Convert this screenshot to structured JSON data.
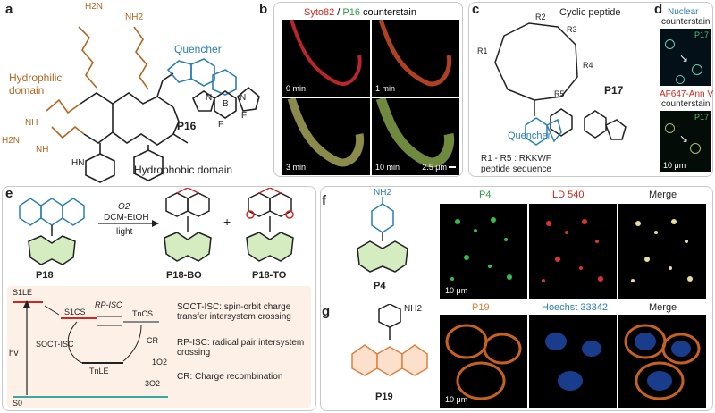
{
  "panels": {
    "a": {
      "label": "a",
      "hydrophilic": [
        "Hydrophilic",
        "domain"
      ],
      "quencher": "Quencher",
      "compound": "P16",
      "hydrophobic": "Hydrophobic domain",
      "amine": "H2N",
      "nh2_top": "NH2",
      "guanidine": "H2N",
      "nh": "NH",
      "imine": "NH",
      "indole_nh": "HN",
      "boron": "B",
      "f1": "F",
      "f2": "F",
      "n1": "N",
      "n2": "N"
    },
    "b": {
      "label": "b",
      "header_red": "Syto82",
      "header_sep": " / ",
      "header_green": "P16",
      "header_tail": " counterstain",
      "times": [
        "0 min",
        "1 min",
        "3 min",
        "10 min"
      ],
      "scale": "2.5 μm"
    },
    "c": {
      "label": "c",
      "title": "Cyclic peptide",
      "compound": "P17",
      "quencher": "Quencher",
      "residues": [
        "R2",
        "R3",
        "R1",
        "R4",
        "R5"
      ],
      "footnote": [
        "R1 - R5 : RKKWF",
        "peptide sequence"
      ]
    },
    "d": {
      "label": "d",
      "top_caption": [
        "Nuclear",
        "counterstain"
      ],
      "bottom_caption": [
        "AF647-Ann V",
        "counterstain"
      ],
      "tag_top": "P17",
      "tag_bottom": "P17",
      "scale": "10 μm"
    },
    "e": {
      "label": "e",
      "reagent": "O2",
      "solvent": "DCM-EtOH",
      "condition": "light",
      "plus": "+",
      "compounds": [
        "P18",
        "P18-BO",
        "P18-TO"
      ],
      "states": {
        "s1le": "S1LE",
        "s1cs": "S1CS",
        "tn_cs": "TnCS",
        "tn_le": "TnLE",
        "s0": "S0"
      },
      "arrows": {
        "rp_isc": "RP-ISC",
        "socT": "SOCT-ISC",
        "cr": "CR",
        "hv": "hv",
        "o2_1": "1O2",
        "o2_3": "3O2"
      },
      "legend": [
        "SOCT-ISC: spin-orbit charge transfer intersystem crossing",
        "RP-ISC: radical pair intersystem crossing",
        "CR: Charge recombination"
      ]
    },
    "f": {
      "label": "f",
      "compound": "P4",
      "headers": [
        "P4",
        "LD 540",
        "Merge"
      ],
      "scale": "10 μm",
      "nh2": "NH2"
    },
    "g": {
      "label": "g",
      "compound": "P19",
      "headers": [
        "P19",
        "Hoechst 33342",
        "Merge"
      ],
      "scale": "10 μm",
      "nh2": "NH2"
    }
  },
  "colors": {
    "hydrophilic": "#b5651d",
    "quencher": "#2a7fb8",
    "green": "#2e9e44",
    "red": "#d2261f",
    "teal_bg": "#e8f2f7",
    "peach_bg": "#fdf1e7"
  }
}
